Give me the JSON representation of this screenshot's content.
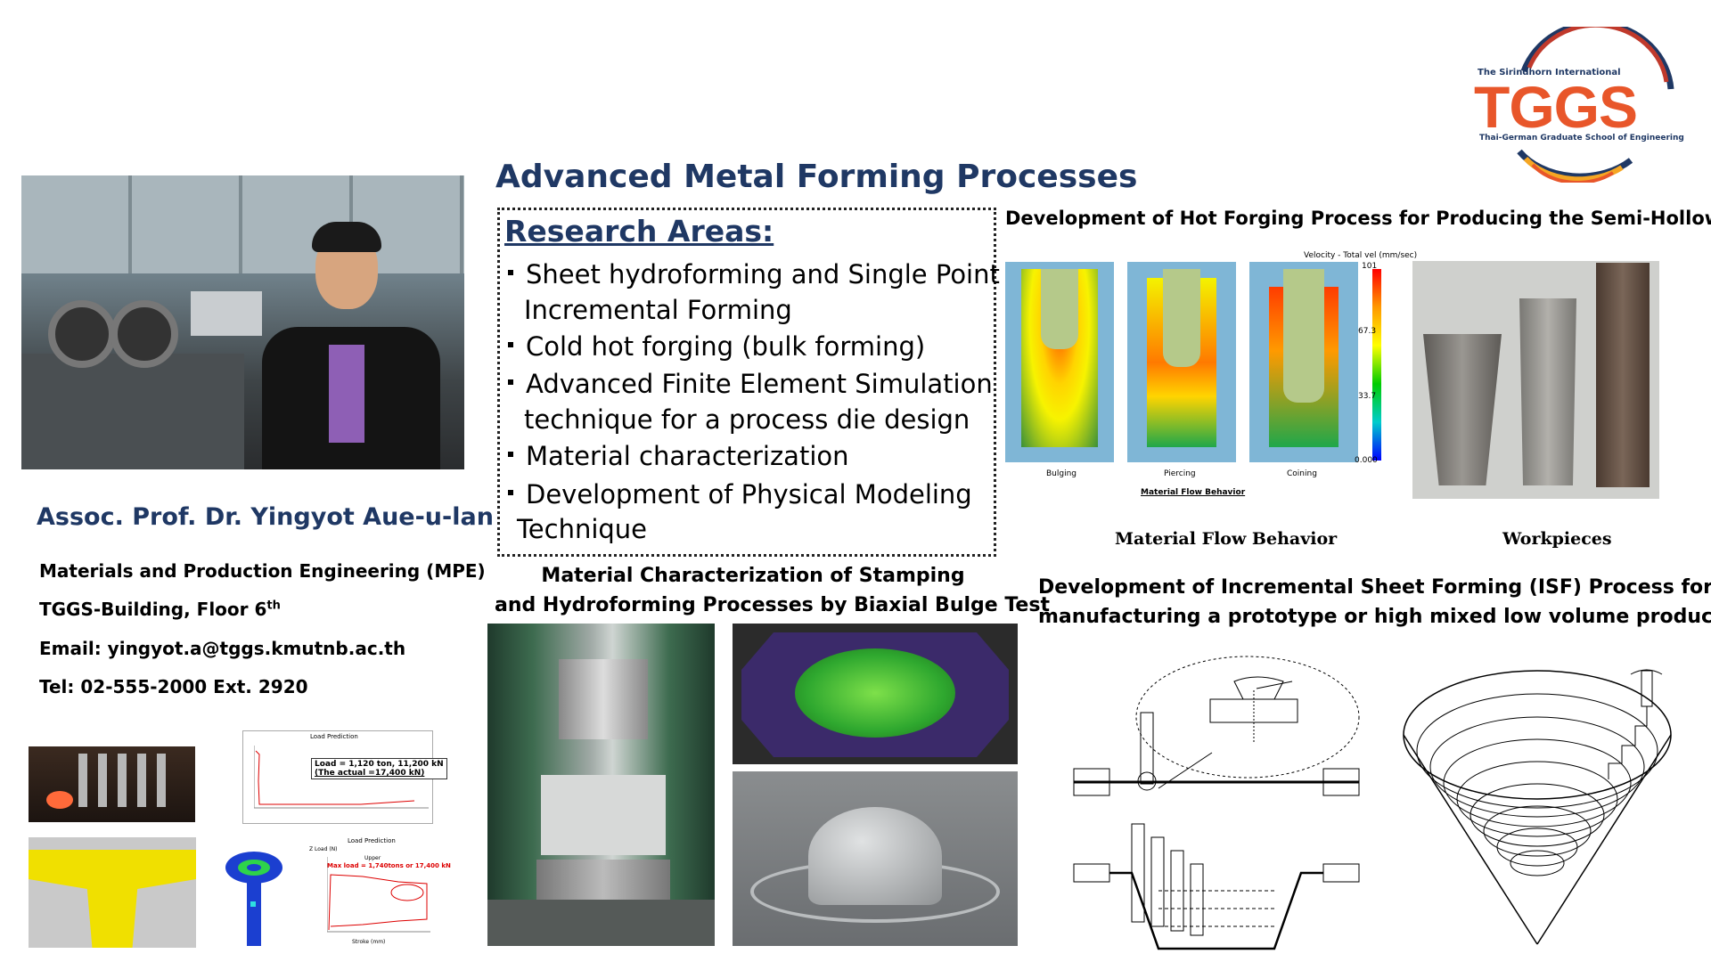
{
  "title": "Advanced Metal Forming Processes",
  "logo": {
    "top_line": "The Sirindhorn International",
    "letters": "TGGS",
    "bottom_line": "Thai-German Graduate School of Engineering"
  },
  "research": {
    "heading": "Research Areas:",
    "items": [
      [
        "Sheet hydroforming and Single Point",
        "Incremental Forming"
      ],
      [
        "Cold hot forging (bulk forming)"
      ],
      [
        "Advanced Finite Element Simulation",
        "technique for a process die design"
      ],
      [
        "Material characterization"
      ],
      [
        "Development of Physical Modeling",
        "Technique"
      ]
    ]
  },
  "profile": {
    "name": "Assoc. Prof. Dr. Yingyot   Aue-u-lan",
    "dept": "Materials and Production Engineering (MPE)",
    "building": "TGGS-Building,  Floor 6",
    "floor_sup": "th",
    "email": "Email: yingyot.a@tggs.kmutnb.ac.th",
    "tel": "Tel: 02-555-2000 Ext. 2920"
  },
  "hot_forging": {
    "heading": "Development  of Hot Forging  Process  for Producing  the Semi-Hollow Parts",
    "sim_labels": [
      "Bulging",
      "Piercing",
      "Coining"
    ],
    "sim_caption": "Material Flow Behavior",
    "legend_title": "Velocity - Total vel (mm/sec)",
    "legend_ticks": [
      "101",
      "67.3",
      "33.7",
      "0.000"
    ],
    "caption_flow": "Material  Flow Behavior",
    "caption_workpieces": "Workpieces"
  },
  "bulge": {
    "line1": "Material Characterization of Stamping",
    "line2": "and Hydroforming Processes by Biaxial Bulge Test"
  },
  "isf": {
    "line1": "Development of Incremental Sheet Forming (ISF) Process for",
    "line2": "manufacturing a prototype or high mixed low volume production"
  },
  "load_charts": [
    {
      "title": "Load Prediction",
      "note1": "Load = 1,120 ton, 11,200 kN",
      "note2": "(The actual =17,400 kN)"
    },
    {
      "title": "Load Prediction",
      "y_label": "Z Load (N)",
      "legend": "Upper",
      "note": "Max load = 1,740tons or 17,400 kN",
      "x_label": "Stroke (mm)"
    }
  ],
  "colors": {
    "title": "#1f3864",
    "logo_orange": "#e8562a",
    "logo_navy": "#1f3864"
  }
}
